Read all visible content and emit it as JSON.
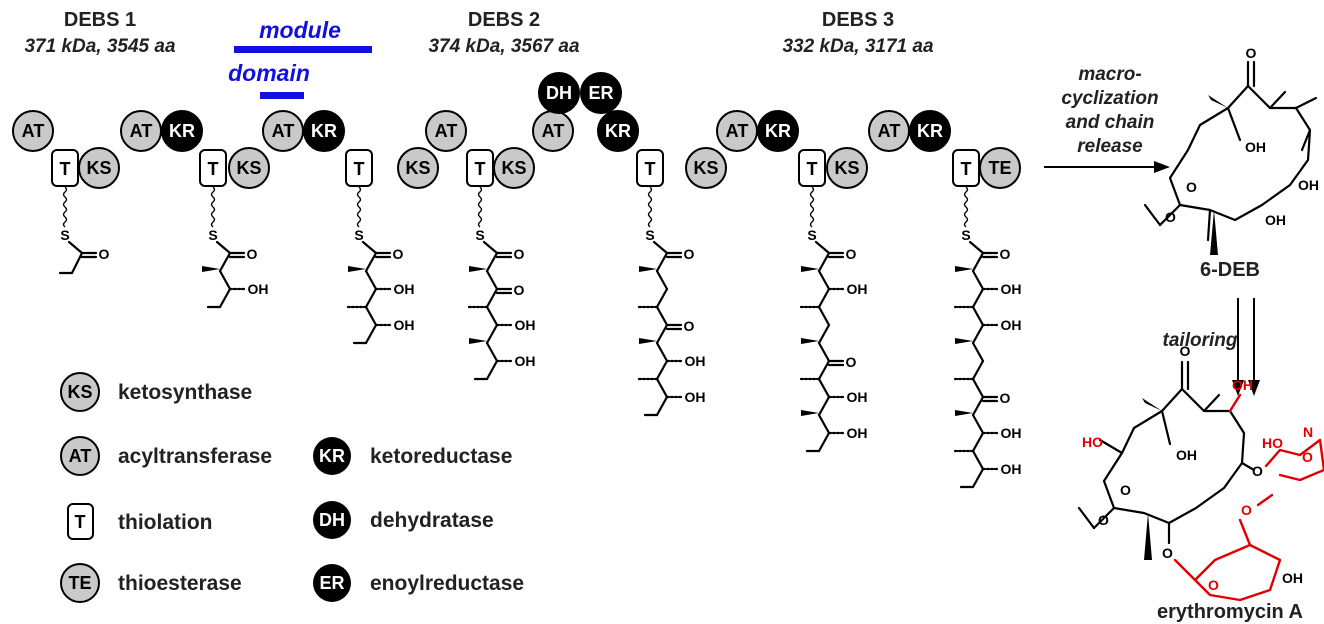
{
  "debs": [
    {
      "name": "DEBS 1",
      "info": "371 kDa, 3545 aa"
    },
    {
      "name": "DEBS 2",
      "info": "374 kDa, 3567 aa"
    },
    {
      "name": "DEBS 3",
      "info": "332 kDa, 3171 aa"
    }
  ],
  "scale": {
    "module": "module",
    "domain": "domain"
  },
  "domains": {
    "AT": "AT",
    "KS": "KS",
    "KR": "KR",
    "T": "T",
    "DH": "DH",
    "ER": "ER",
    "TE": "TE"
  },
  "legend": [
    {
      "abbr": "KS",
      "label": "ketosynthase"
    },
    {
      "abbr": "AT",
      "label": "acyltransferase"
    },
    {
      "abbr": "T",
      "label": "thiolation"
    },
    {
      "abbr": "TE",
      "label": "thioesterase"
    },
    {
      "abbr": "KR",
      "label": "ketoreductase"
    },
    {
      "abbr": "DH",
      "label": "dehydratase"
    },
    {
      "abbr": "ER",
      "label": "enoylreductase"
    }
  ],
  "arrows": {
    "cyclization": [
      "macro-",
      "cyclization",
      "and chain",
      "release"
    ],
    "tailoring": "tailoring"
  },
  "products": {
    "deb": "6-DEB",
    "ery": "erythromycin A"
  },
  "atoms": {
    "O": "O",
    "S": "S",
    "OH": "OH",
    "HO": "HO",
    "N": "N"
  },
  "colors": {
    "domain_gray": "#c9c9c9",
    "domain_black": "#000000",
    "scale_blue": "#1010e0",
    "sugar_red": "#e00000"
  }
}
